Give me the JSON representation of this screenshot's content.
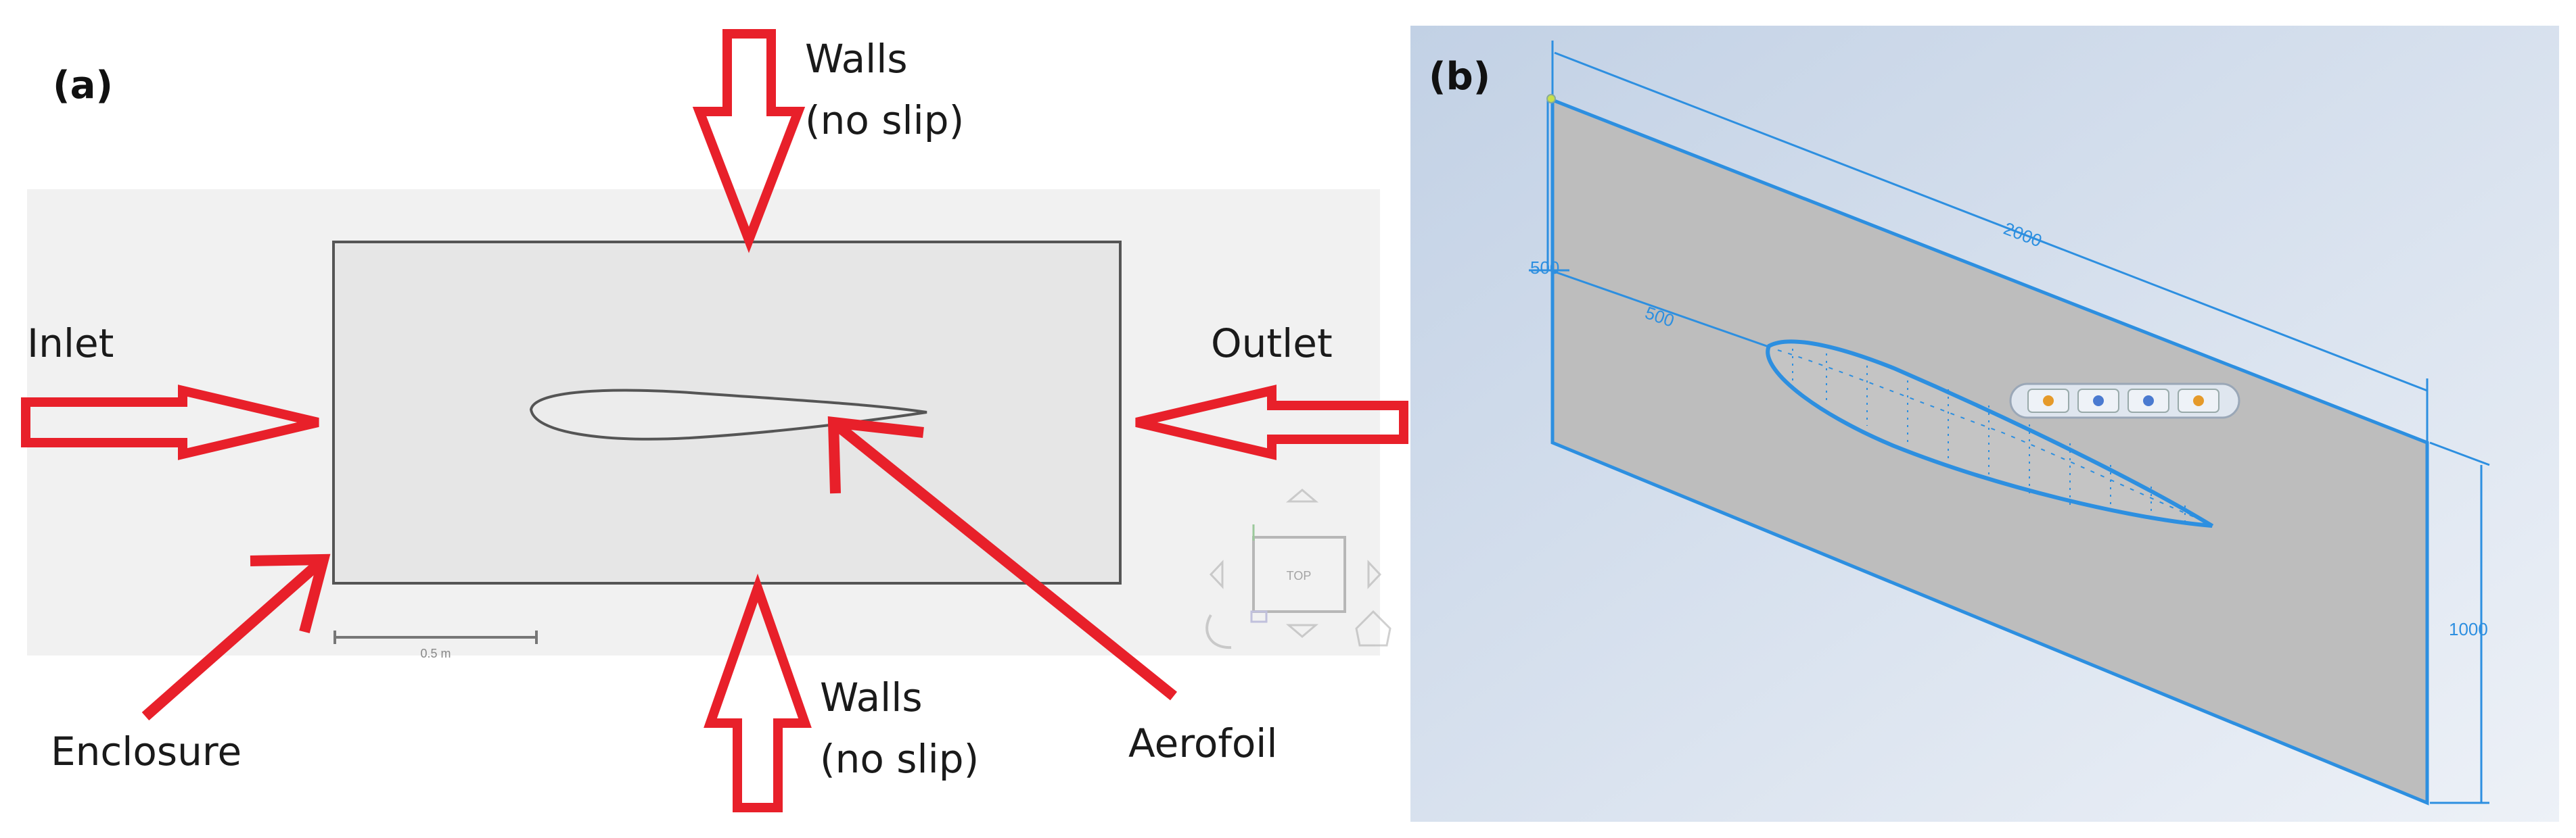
{
  "panel_a": {
    "label": "(a)",
    "walls_top": {
      "line1": "Walls",
      "line2": "(no slip)"
    },
    "walls_bottom": {
      "line1": "Walls",
      "line2": "(no slip)"
    },
    "inlet": "Inlet",
    "outlet": "Outlet",
    "enclosure": "Enclosure",
    "aerofoil": "Aerofoil",
    "scale_text": "0.5 m",
    "viewcube_label": "TOP"
  },
  "panel_b": {
    "label": "(b)",
    "dims": {
      "length": "2000",
      "height": "1000",
      "offset_left": "500",
      "offset_chord": "500"
    }
  },
  "colors": {
    "arrow": "#e8202a",
    "enclosure_fill": "#e6e6e6",
    "sketch_line": "#2d8fe0",
    "plate_fill": "#bdbdbd",
    "bg_b_top": "#c4d3e6",
    "bg_b_bottom": "#e9eef6"
  }
}
